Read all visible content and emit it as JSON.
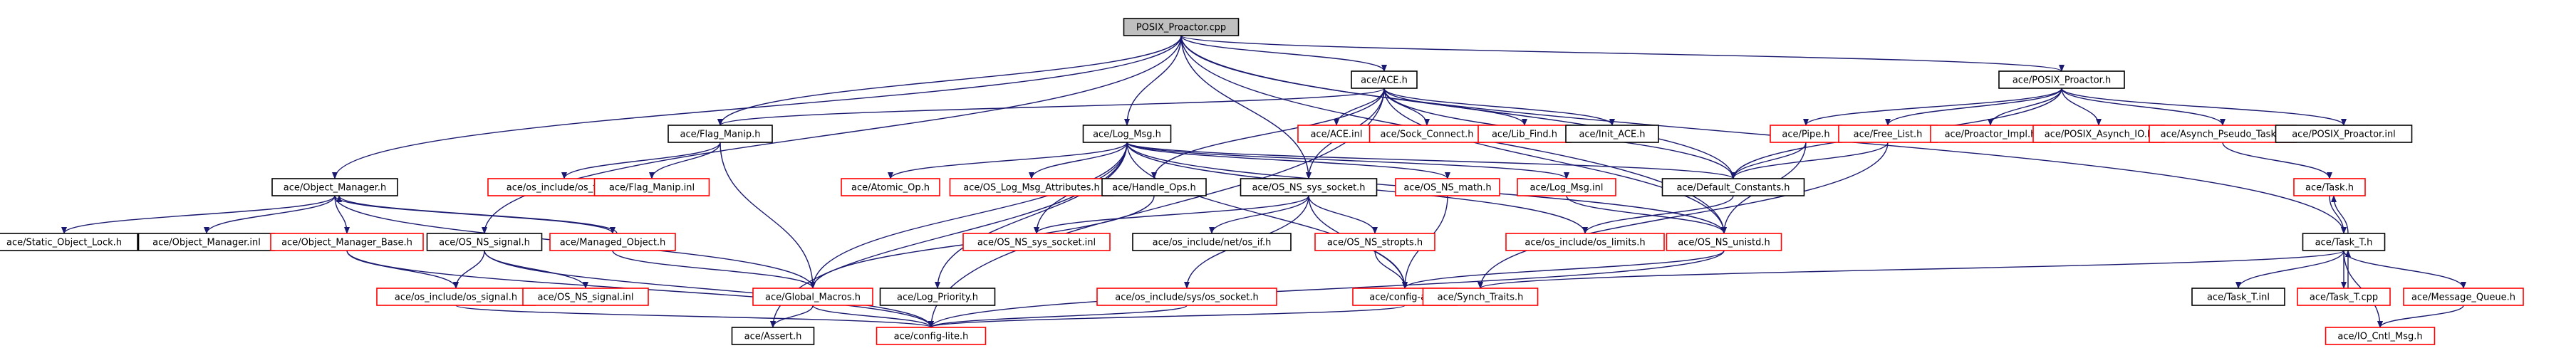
{
  "colors": {
    "root_fill": "#bfbfbf",
    "node_border": "#000000",
    "missing_node_border": "#ff0000",
    "edge": "#191970"
  },
  "graph": {
    "root": "n0",
    "nodes": [
      {
        "id": "n0",
        "label": "POSIX_Proactor.cpp",
        "style": "root"
      },
      {
        "id": "n1",
        "label": "ace/ACE.h",
        "style": "normal"
      },
      {
        "id": "n2",
        "label": "ace/POSIX_Proactor.h",
        "style": "normal"
      },
      {
        "id": "n3",
        "label": "ace/Flag_Manip.h",
        "style": "normal"
      },
      {
        "id": "n4",
        "label": "ace/Log_Msg.h",
        "style": "normal"
      },
      {
        "id": "n5",
        "label": "ace/ACE.inl",
        "style": "missing"
      },
      {
        "id": "n6",
        "label": "ace/Sock_Connect.h",
        "style": "missing"
      },
      {
        "id": "n7",
        "label": "ace/Lib_Find.h",
        "style": "missing"
      },
      {
        "id": "n8",
        "label": "ace/Init_ACE.h",
        "style": "normal"
      },
      {
        "id": "n9",
        "label": "ace/Pipe.h",
        "style": "missing"
      },
      {
        "id": "n10",
        "label": "ace/Free_List.h",
        "style": "missing"
      },
      {
        "id": "n11",
        "label": "ace/Proactor_Impl.h",
        "style": "missing"
      },
      {
        "id": "n12",
        "label": "ace/POSIX_Asynch_IO.h",
        "style": "missing"
      },
      {
        "id": "n13",
        "label": "ace/Asynch_Pseudo_Task.h",
        "style": "missing"
      },
      {
        "id": "n14",
        "label": "ace/POSIX_Proactor.inl",
        "style": "normal"
      },
      {
        "id": "n15",
        "label": "ace/Object_Manager.h",
        "style": "normal"
      },
      {
        "id": "n16",
        "label": "ace/os_include/os_fcntl.h",
        "style": "missing"
      },
      {
        "id": "n17",
        "label": "ace/Flag_Manip.inl",
        "style": "missing"
      },
      {
        "id": "n18",
        "label": "ace/Atomic_Op.h",
        "style": "missing"
      },
      {
        "id": "n19",
        "label": "ace/OS_Log_Msg_Attributes.h",
        "style": "missing"
      },
      {
        "id": "n20",
        "label": "ace/Handle_Ops.h",
        "style": "normal"
      },
      {
        "id": "n21",
        "label": "ace/OS_NS_sys_socket.h",
        "style": "normal"
      },
      {
        "id": "n22",
        "label": "ace/OS_NS_math.h",
        "style": "missing"
      },
      {
        "id": "n23",
        "label": "ace/Log_Msg.inl",
        "style": "missing"
      },
      {
        "id": "n24",
        "label": "ace/Default_Constants.h",
        "style": "normal"
      },
      {
        "id": "n25",
        "label": "ace/Task.h",
        "style": "missing"
      },
      {
        "id": "n26",
        "label": "ace/Static_Object_Lock.h",
        "style": "normal"
      },
      {
        "id": "n27",
        "label": "ace/Object_Manager.inl",
        "style": "normal"
      },
      {
        "id": "n28",
        "label": "ace/Object_Manager_Base.h",
        "style": "missing"
      },
      {
        "id": "n29",
        "label": "ace/OS_NS_signal.h",
        "style": "normal"
      },
      {
        "id": "n30",
        "label": "ace/Managed_Object.h",
        "style": "missing"
      },
      {
        "id": "n31",
        "label": "ace/OS_NS_sys_socket.inl",
        "style": "missing"
      },
      {
        "id": "n32",
        "label": "ace/os_include/net/os_if.h",
        "style": "normal"
      },
      {
        "id": "n33",
        "label": "ace/OS_NS_stropts.h",
        "style": "missing"
      },
      {
        "id": "n34",
        "label": "ace/os_include/os_limits.h",
        "style": "missing"
      },
      {
        "id": "n35",
        "label": "ace/OS_NS_unistd.h",
        "style": "missing"
      },
      {
        "id": "n36",
        "label": "ace/Task_T.h",
        "style": "normal"
      },
      {
        "id": "n37",
        "label": "ace/os_include/os_signal.h",
        "style": "missing"
      },
      {
        "id": "n38",
        "label": "ace/OS_NS_signal.inl",
        "style": "missing"
      },
      {
        "id": "n39",
        "label": "ace/Global_Macros.h",
        "style": "missing"
      },
      {
        "id": "n40",
        "label": "ace/Log_Priority.h",
        "style": "normal"
      },
      {
        "id": "n41",
        "label": "ace/os_include/sys/os_socket.h",
        "style": "missing"
      },
      {
        "id": "n42",
        "label": "ace/config-all.h",
        "style": "missing"
      },
      {
        "id": "n43",
        "label": "ace/Synch_Traits.h",
        "style": "missing"
      },
      {
        "id": "n44",
        "label": "ace/Task_T.inl",
        "style": "normal"
      },
      {
        "id": "n45",
        "label": "ace/Task_T.cpp",
        "style": "missing"
      },
      {
        "id": "n46",
        "label": "ace/Message_Queue.h",
        "style": "missing"
      },
      {
        "id": "n47",
        "label": "ace/Assert.h",
        "style": "normal"
      },
      {
        "id": "n48",
        "label": "ace/config-lite.h",
        "style": "missing"
      },
      {
        "id": "n49",
        "label": "ace/IO_Cntl_Msg.h",
        "style": "missing"
      }
    ],
    "edges": [
      [
        "n0",
        "n1"
      ],
      [
        "n0",
        "n2"
      ],
      [
        "n0",
        "n3"
      ],
      [
        "n0",
        "n4"
      ],
      [
        "n0",
        "n15"
      ],
      [
        "n0",
        "n29"
      ],
      [
        "n0",
        "n21"
      ],
      [
        "n0",
        "n24"
      ],
      [
        "n0",
        "n35"
      ],
      [
        "n0",
        "n36"
      ],
      [
        "n1",
        "n3"
      ],
      [
        "n1",
        "n5"
      ],
      [
        "n1",
        "n6"
      ],
      [
        "n1",
        "n7"
      ],
      [
        "n1",
        "n8"
      ],
      [
        "n1",
        "n20"
      ],
      [
        "n1",
        "n21"
      ],
      [
        "n1",
        "n24"
      ],
      [
        "n1",
        "n35"
      ],
      [
        "n1",
        "n48"
      ],
      [
        "n2",
        "n9"
      ],
      [
        "n2",
        "n10"
      ],
      [
        "n2",
        "n11"
      ],
      [
        "n2",
        "n12"
      ],
      [
        "n2",
        "n13"
      ],
      [
        "n2",
        "n14"
      ],
      [
        "n2",
        "n24"
      ],
      [
        "n3",
        "n16"
      ],
      [
        "n3",
        "n17"
      ],
      [
        "n3",
        "n39"
      ],
      [
        "n4",
        "n18"
      ],
      [
        "n4",
        "n19"
      ],
      [
        "n4",
        "n22"
      ],
      [
        "n4",
        "n23"
      ],
      [
        "n4",
        "n24"
      ],
      [
        "n4",
        "n31"
      ],
      [
        "n4",
        "n34"
      ],
      [
        "n4",
        "n39"
      ],
      [
        "n4",
        "n40"
      ],
      [
        "n4",
        "n47"
      ],
      [
        "n4",
        "n42"
      ],
      [
        "n4",
        "n35"
      ],
      [
        "n9",
        "n24"
      ],
      [
        "n9",
        "n35"
      ],
      [
        "n10",
        "n24"
      ],
      [
        "n10",
        "n43"
      ],
      [
        "n13",
        "n25"
      ],
      [
        "n15",
        "n26"
      ],
      [
        "n15",
        "n27"
      ],
      [
        "n15",
        "n28"
      ],
      [
        "n15",
        "n30"
      ],
      [
        "n15",
        "n39"
      ],
      [
        "n20",
        "n39"
      ],
      [
        "n21",
        "n31"
      ],
      [
        "n21",
        "n32"
      ],
      [
        "n21",
        "n33"
      ],
      [
        "n21",
        "n41"
      ],
      [
        "n21",
        "n42"
      ],
      [
        "n22",
        "n42"
      ],
      [
        "n23",
        "n35"
      ],
      [
        "n24",
        "n34"
      ],
      [
        "n25",
        "n36"
      ],
      [
        "n28",
        "n37"
      ],
      [
        "n28",
        "n48"
      ],
      [
        "n29",
        "n37"
      ],
      [
        "n29",
        "n38"
      ],
      [
        "n29",
        "n48"
      ],
      [
        "n30",
        "n39"
      ],
      [
        "n30",
        "n15"
      ],
      [
        "n33",
        "n42"
      ],
      [
        "n35",
        "n42"
      ],
      [
        "n35",
        "n48"
      ],
      [
        "n36",
        "n25"
      ],
      [
        "n36",
        "n43"
      ],
      [
        "n36",
        "n44"
      ],
      [
        "n36",
        "n45"
      ],
      [
        "n36",
        "n46"
      ],
      [
        "n36",
        "n49"
      ],
      [
        "n37",
        "n48"
      ],
      [
        "n39",
        "n47"
      ],
      [
        "n39",
        "n48"
      ],
      [
        "n41",
        "n48"
      ],
      [
        "n42",
        "n48"
      ],
      [
        "n45",
        "n36"
      ],
      [
        "n46",
        "n49"
      ]
    ]
  }
}
